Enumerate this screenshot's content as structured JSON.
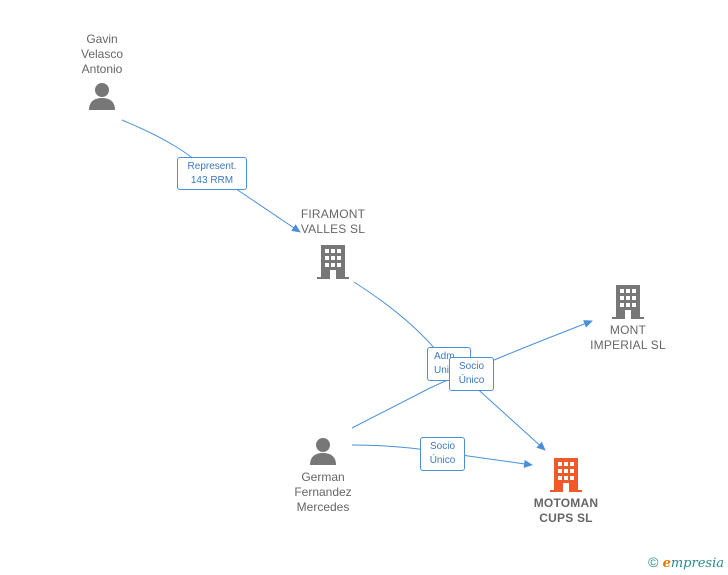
{
  "nodes": {
    "gavin": {
      "name": "Gavin\nVelasco\nAntonio",
      "type": "person"
    },
    "firamont": {
      "name": "FIRAMONT\nVALLES SL",
      "type": "company"
    },
    "mont": {
      "name": "MONT\nIMPERIAL SL",
      "type": "company"
    },
    "german": {
      "name": "German\nFernandez\nMercedes",
      "type": "person"
    },
    "motoman": {
      "name": "MOTOMAN\nCUPS SL",
      "type": "company-focus"
    }
  },
  "edges": {
    "represent": {
      "line1": "Represent.",
      "line2": "143 RRM"
    },
    "adm": {
      "line1": "Adm",
      "line2": "Uni"
    },
    "socio_mont": {
      "line1": "Socio",
      "line2": "Único"
    },
    "socio_motoman": {
      "line1": "Socio",
      "line2": "Único"
    }
  },
  "colors": {
    "line": "#4a90d9",
    "icon": "#777777",
    "focus": "#f05a28"
  },
  "brand": {
    "copyright": "©",
    "initial": "e",
    "rest": "mpresia"
  }
}
